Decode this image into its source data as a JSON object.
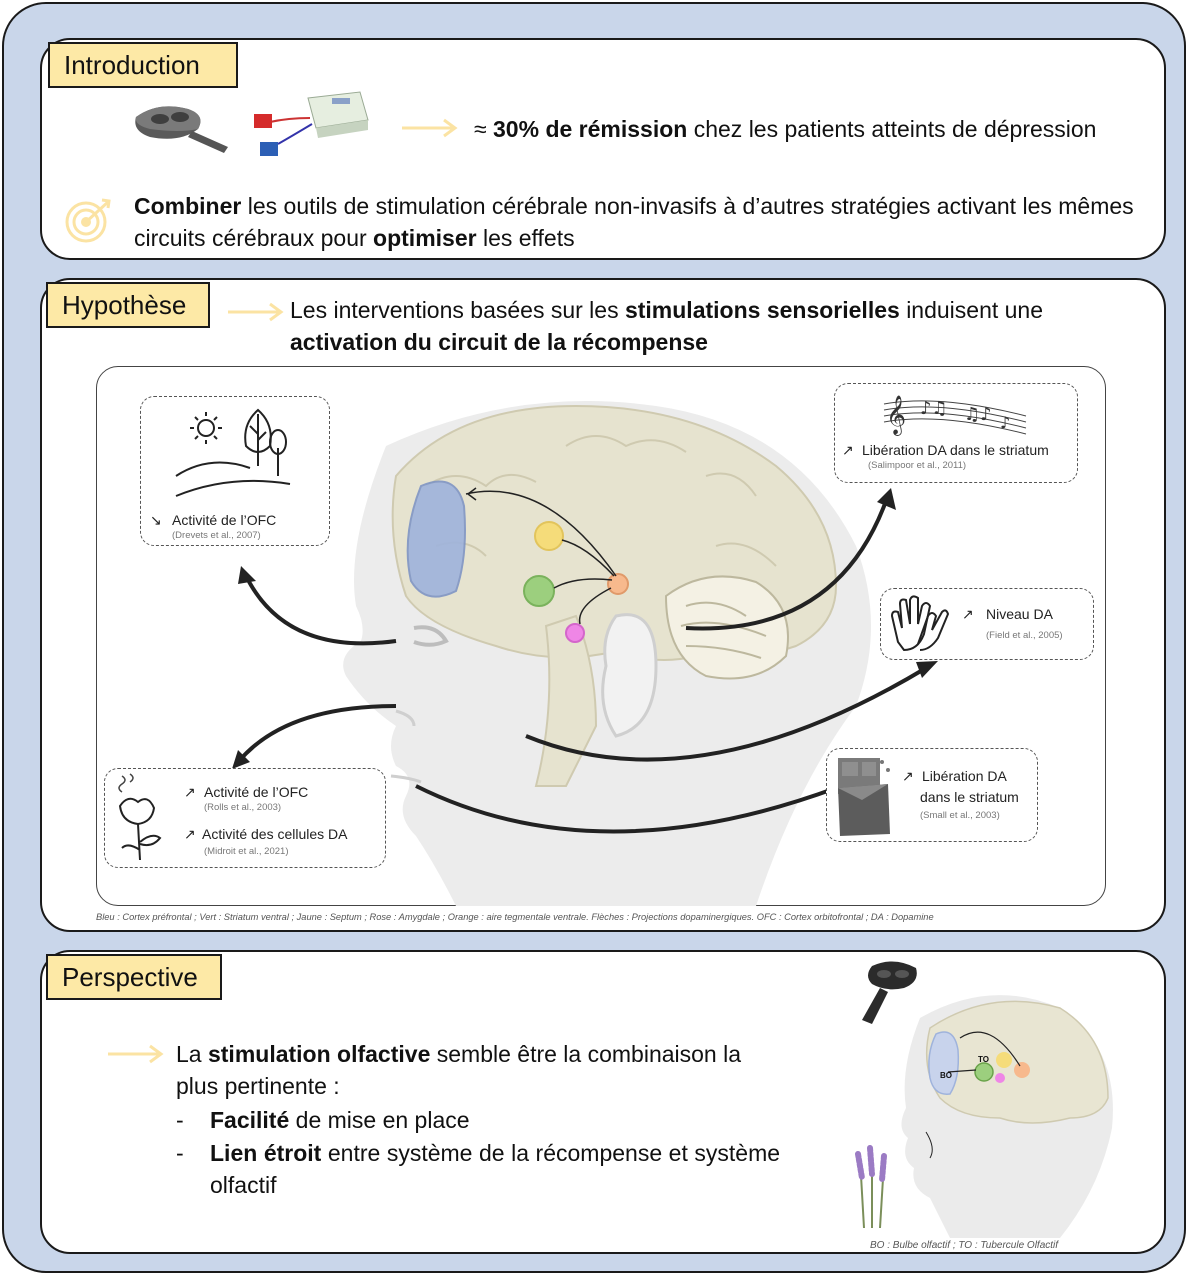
{
  "introduction": {
    "tag": "Introduction",
    "approx": "≈",
    "remission_bold": "30% de rémission",
    "remission_rest": "chez les patients atteints de dépression",
    "goal_bold1": "Combiner",
    "goal_text1": "les outils de stimulation cérébrale non-invasifs à d’autres stratégies activant les mêmes circuits cérébraux pour",
    "goal_bold2": "optimiser",
    "goal_text2": "les effets"
  },
  "hypothesis": {
    "tag": "Hypothèse",
    "text1": "Les interventions basées sur les",
    "bold1": "stimulations sensorielles",
    "text2": "induisent une",
    "bold2": "activation du circuit de la récompense",
    "boxes": {
      "vision": {
        "label": "Activité de l’OFC",
        "ref": "(Drevets et al., 2007)"
      },
      "music": {
        "label": "Libération DA dans le striatum",
        "ref": "(Salimpoor et al., 2011)"
      },
      "touch": {
        "label": "Niveau DA",
        "ref": "(Field et al., 2005)"
      },
      "taste": {
        "label1": "Libération DA",
        "label2": "dans le striatum",
        "ref": "(Small et al., 2003)"
      },
      "smell": {
        "label1": "Activité de l’OFC",
        "ref1": "(Rolls et al., 2003)",
        "label2": "Activité des cellules DA",
        "ref2": "(Midroit et al., 2021)"
      }
    },
    "caption": "Bleu : Cortex préfrontal ; Vert : Striatum ventral ; Jaune : Septum ; Rose : Amygdale ; Orange : aire tegmentale ventrale. Flèches : Projections dopaminergiques. OFC : Cortex orbitofrontal ; DA : Dopamine"
  },
  "perspective": {
    "tag": "Perspective",
    "intro1": "La",
    "bold1": "stimulation olfactive",
    "intro2": "semble être la combinaison la plus pertinente :",
    "bullet1_bold": "Facilité",
    "bullet1_rest": "de mise en place",
    "bullet2_bold": "Lien étroit",
    "bullet2_rest": "entre système de la récompense et système olfactif",
    "label_bo": "BO",
    "label_to": "TO",
    "caption": "BO : Bulbe olfactif ; TO : Tubercule Olfactif"
  },
  "colors": {
    "frame": "#c9d6ea",
    "tag": "#fde9a6",
    "arrow": "#fbe3a3",
    "prefrontal_blue": "#9fb3dc",
    "striatum_green": "#9ccf7e",
    "septum_yellow": "#f5dc7a",
    "amygdala_pink": "#ef86e6",
    "vta_orange": "#f7b98d"
  }
}
